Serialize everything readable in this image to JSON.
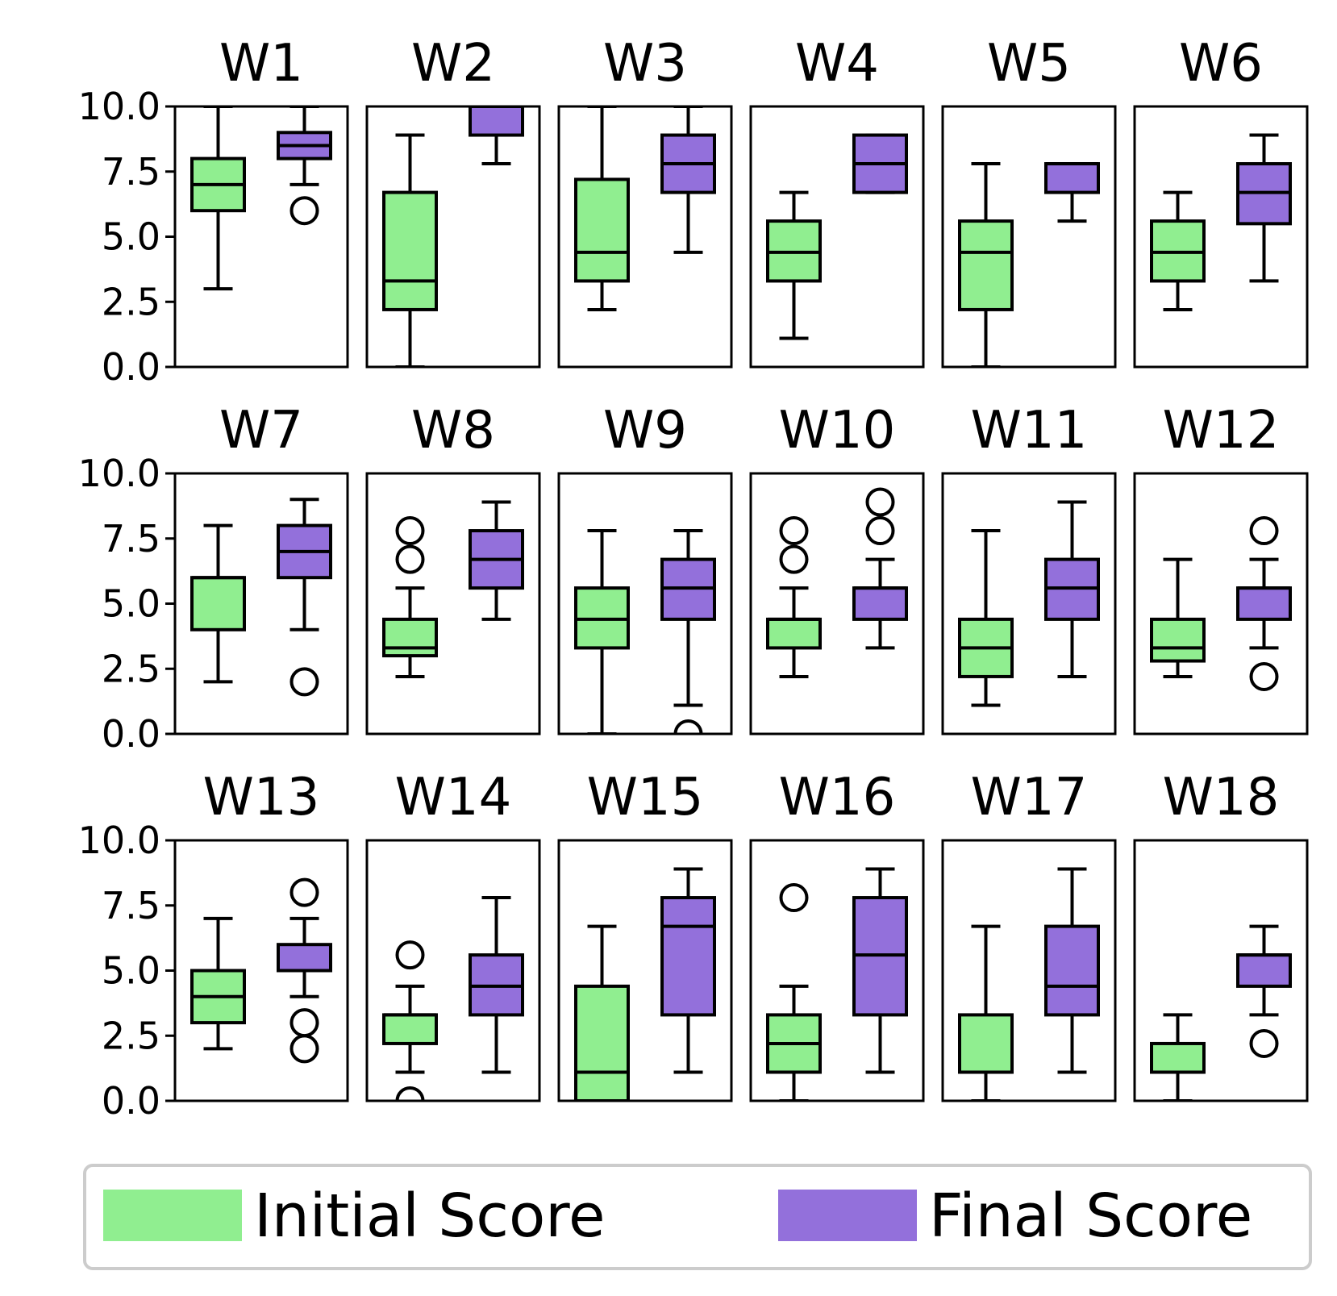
{
  "chart_data": {
    "type": "box",
    "ylim": [
      0,
      10
    ],
    "yticks": [
      "0.0",
      "2.5",
      "5.0",
      "7.5",
      "10.0"
    ],
    "yticks_values": [
      0,
      2.5,
      5,
      7.5,
      10
    ],
    "grid": false,
    "legend": {
      "placement": "bottom",
      "entries": [
        {
          "label": "Initial Score",
          "color": "#90ee90"
        },
        {
          "label": "Final Score",
          "color": "#9370db"
        }
      ]
    },
    "colors": {
      "initial": "#90ee90",
      "final": "#9370db"
    },
    "series_keys": [
      "initial",
      "final"
    ],
    "panels": [
      {
        "title": "W1",
        "initial": {
          "min": 3,
          "q1": 6,
          "median": 7,
          "q3": 8,
          "max": 10,
          "outliers": []
        },
        "final": {
          "min": 7,
          "q1": 8,
          "median": 8.5,
          "q3": 9,
          "max": 10,
          "outliers": [
            6
          ]
        }
      },
      {
        "title": "W2",
        "initial": {
          "min": 0,
          "q1": 2.2,
          "median": 3.3,
          "q3": 6.7,
          "max": 8.9,
          "outliers": []
        },
        "final": {
          "min": 7.8,
          "q1": 8.9,
          "median": 10,
          "q3": 10,
          "max": 10,
          "outliers": []
        }
      },
      {
        "title": "W3",
        "initial": {
          "min": 2.2,
          "q1": 3.3,
          "median": 4.4,
          "q3": 7.2,
          "max": 10,
          "outliers": []
        },
        "final": {
          "min": 4.4,
          "q1": 6.7,
          "median": 7.8,
          "q3": 8.9,
          "max": 10,
          "outliers": []
        }
      },
      {
        "title": "W4",
        "initial": {
          "min": 1.1,
          "q1": 3.3,
          "median": 4.4,
          "q3": 5.6,
          "max": 6.7,
          "outliers": []
        },
        "final": {
          "min": 6.7,
          "q1": 6.7,
          "median": 7.8,
          "q3": 8.9,
          "max": 8.9,
          "outliers": []
        }
      },
      {
        "title": "W5",
        "initial": {
          "min": 0,
          "q1": 2.2,
          "median": 4.4,
          "q3": 5.6,
          "max": 7.8,
          "outliers": []
        },
        "final": {
          "min": 5.6,
          "q1": 6.7,
          "median": 7.8,
          "q3": 7.8,
          "max": 7.8,
          "outliers": []
        }
      },
      {
        "title": "W6",
        "initial": {
          "min": 2.2,
          "q1": 3.3,
          "median": 4.4,
          "q3": 5.6,
          "max": 6.7,
          "outliers": []
        },
        "final": {
          "min": 3.3,
          "q1": 5.5,
          "median": 6.7,
          "q3": 7.8,
          "max": 8.9,
          "outliers": []
        }
      },
      {
        "title": "W7",
        "initial": {
          "min": 2,
          "q1": 4,
          "median": 6,
          "q3": 6,
          "max": 8,
          "outliers": []
        },
        "final": {
          "min": 4,
          "q1": 6,
          "median": 7,
          "q3": 8,
          "max": 9,
          "outliers": [
            2
          ]
        }
      },
      {
        "title": "W8",
        "initial": {
          "min": 2.2,
          "q1": 3,
          "median": 3.3,
          "q3": 4.4,
          "max": 5.6,
          "outliers": [
            6.7,
            7.8
          ]
        },
        "final": {
          "min": 4.4,
          "q1": 5.6,
          "median": 6.7,
          "q3": 7.8,
          "max": 8.9,
          "outliers": []
        }
      },
      {
        "title": "W9",
        "initial": {
          "min": 0,
          "q1": 3.3,
          "median": 4.4,
          "q3": 5.6,
          "max": 7.8,
          "outliers": []
        },
        "final": {
          "min": 1.1,
          "q1": 4.4,
          "median": 5.6,
          "q3": 6.7,
          "max": 7.8,
          "outliers": [
            0
          ]
        }
      },
      {
        "title": "W10",
        "initial": {
          "min": 2.2,
          "q1": 3.3,
          "median": 4.4,
          "q3": 4.4,
          "max": 5.6,
          "outliers": [
            6.7,
            7.8
          ]
        },
        "final": {
          "min": 3.3,
          "q1": 4.4,
          "median": 5.6,
          "q3": 5.6,
          "max": 6.7,
          "outliers": [
            7.8,
            8.9
          ]
        }
      },
      {
        "title": "W11",
        "initial": {
          "min": 1.1,
          "q1": 2.2,
          "median": 3.3,
          "q3": 4.4,
          "max": 7.8,
          "outliers": []
        },
        "final": {
          "min": 2.2,
          "q1": 4.4,
          "median": 5.6,
          "q3": 6.7,
          "max": 8.9,
          "outliers": []
        }
      },
      {
        "title": "W12",
        "initial": {
          "min": 2.2,
          "q1": 2.8,
          "median": 3.3,
          "q3": 4.4,
          "max": 6.7,
          "outliers": []
        },
        "final": {
          "min": 3.3,
          "q1": 4.4,
          "median": 5.6,
          "q3": 5.6,
          "max": 6.7,
          "outliers": [
            2.2,
            7.8
          ]
        }
      },
      {
        "title": "W13",
        "initial": {
          "min": 2,
          "q1": 3,
          "median": 4,
          "q3": 5,
          "max": 7,
          "outliers": []
        },
        "final": {
          "min": 4,
          "q1": 5,
          "median": 5,
          "q3": 6,
          "max": 7,
          "outliers": [
            2,
            3,
            8
          ]
        }
      },
      {
        "title": "W14",
        "initial": {
          "min": 1.1,
          "q1": 2.2,
          "median": 3.3,
          "q3": 3.3,
          "max": 4.4,
          "outliers": [
            0,
            5.6
          ]
        },
        "final": {
          "min": 1.1,
          "q1": 3.3,
          "median": 4.4,
          "q3": 5.6,
          "max": 7.8,
          "outliers": []
        }
      },
      {
        "title": "W15",
        "initial": {
          "min": 0,
          "q1": 0,
          "median": 1.1,
          "q3": 4.4,
          "max": 6.7,
          "outliers": []
        },
        "final": {
          "min": 1.1,
          "q1": 3.3,
          "median": 6.7,
          "q3": 7.8,
          "max": 8.9,
          "outliers": []
        }
      },
      {
        "title": "W16",
        "initial": {
          "min": 0,
          "q1": 1.1,
          "median": 2.2,
          "q3": 3.3,
          "max": 4.4,
          "outliers": [
            7.8
          ]
        },
        "final": {
          "min": 1.1,
          "q1": 3.3,
          "median": 5.6,
          "q3": 7.8,
          "max": 8.9,
          "outliers": []
        }
      },
      {
        "title": "W17",
        "initial": {
          "min": 0,
          "q1": 1.1,
          "median": 1.1,
          "q3": 3.3,
          "max": 6.7,
          "outliers": []
        },
        "final": {
          "min": 1.1,
          "q1": 3.3,
          "median": 4.4,
          "q3": 6.7,
          "max": 8.9,
          "outliers": []
        }
      },
      {
        "title": "W18",
        "initial": {
          "min": 0,
          "q1": 1.1,
          "median": 1.1,
          "q3": 2.2,
          "max": 3.3,
          "outliers": []
        },
        "final": {
          "min": 3.3,
          "q1": 4.4,
          "median": 5.6,
          "q3": 5.6,
          "max": 6.7,
          "outliers": [
            2.2
          ]
        }
      }
    ]
  }
}
